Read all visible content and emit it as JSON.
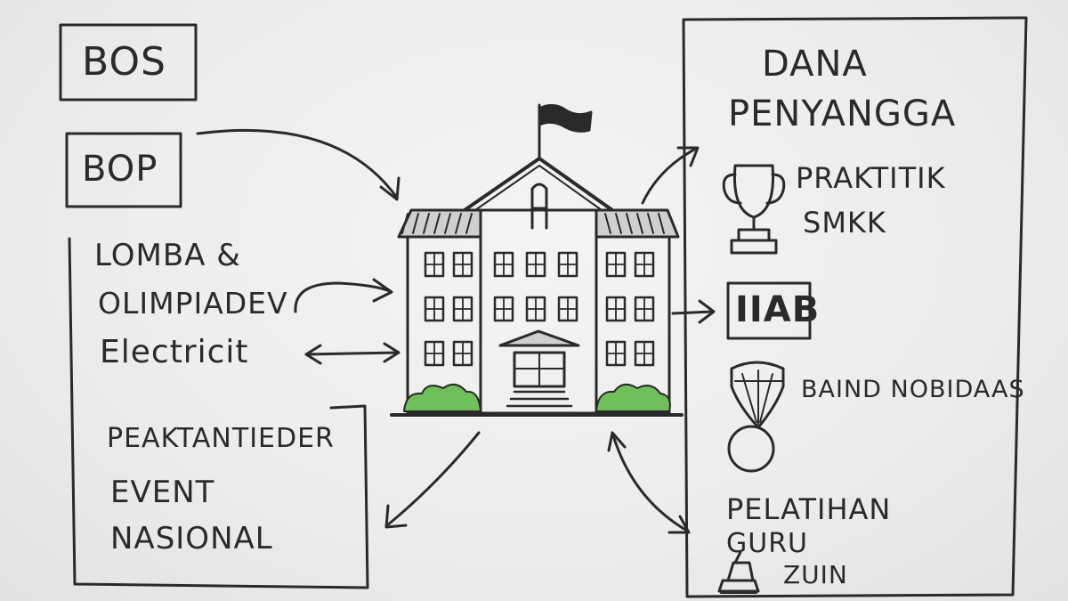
{
  "labels": {
    "bos": "BOS",
    "bop": "BOP",
    "lomba_1": "LOMBA &",
    "lomba_2": "OLIMPIADEV",
    "electricit": "Electricit",
    "peak_1": "PEAKTANTIEDER",
    "peak_2": "EVENT",
    "peak_3": "NASIONAL",
    "dana_1": "DANA",
    "dana_2": "PENYANGGA",
    "praktitik_1": "PRAKTITIK",
    "praktitik_2": "SMKK",
    "iiab": "IIAB",
    "baind": "BAIND NOBIDAAS",
    "pelatihan_1": "PELATIHAN",
    "pelatihan_2": "GURU",
    "pelatihan_3": "ZUIN"
  },
  "colors": {
    "ink": "#2a2a2a",
    "bush": "#6fbf5a",
    "paper": "#ededec"
  },
  "icons": [
    "school-building-icon",
    "flag-icon",
    "trophy-icon",
    "medal-icon",
    "machine-icon"
  ]
}
